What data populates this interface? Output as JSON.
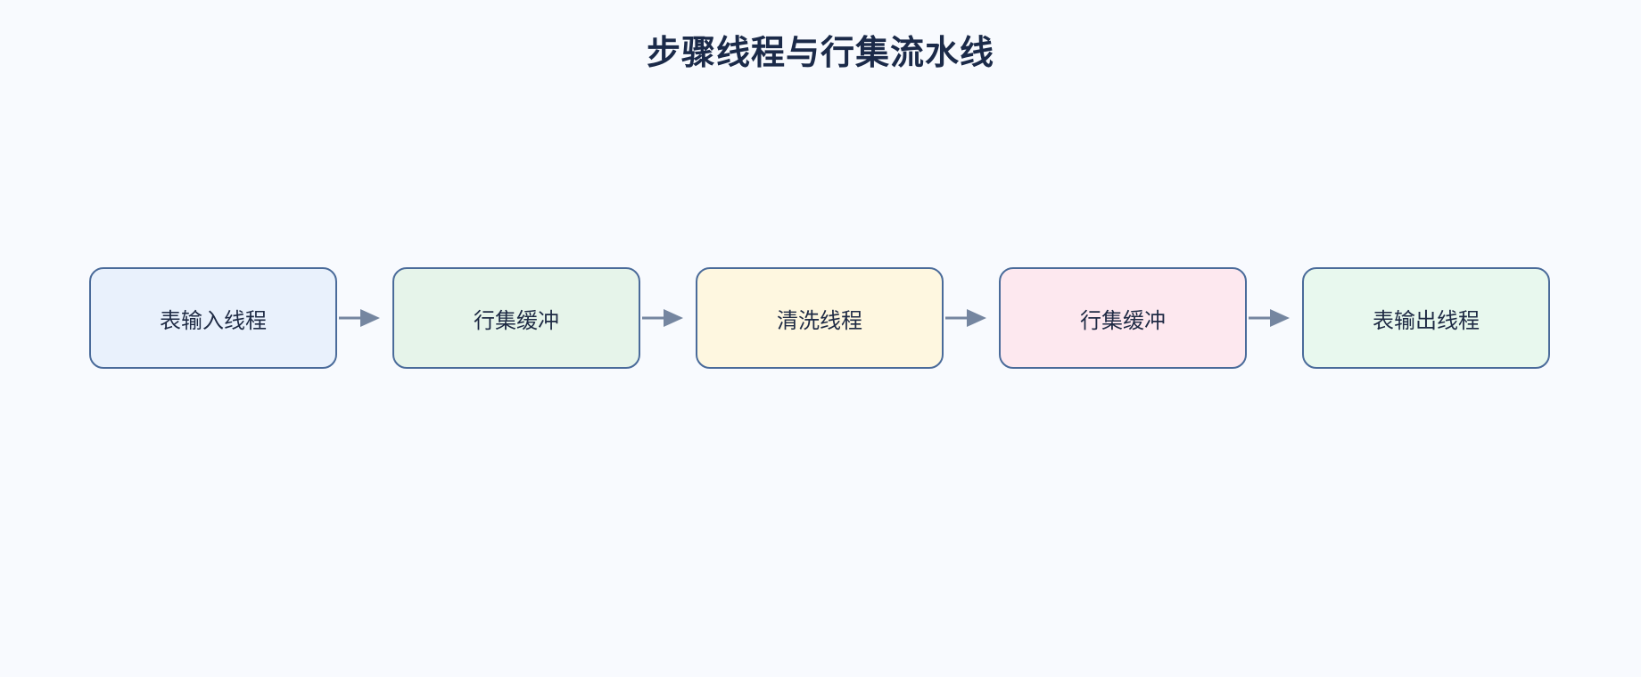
{
  "title": "步骤线程与行集流水线",
  "nodes": [
    {
      "label": "表输入线程",
      "fill": "#e9f1fc"
    },
    {
      "label": "行集缓冲",
      "fill": "#e6f4ea"
    },
    {
      "label": "清洗线程",
      "fill": "#fef7e0"
    },
    {
      "label": "行集缓冲",
      "fill": "#fde8ef"
    },
    {
      "label": "表输出线程",
      "fill": "#e8f8ee"
    }
  ],
  "colors": {
    "border": "#4a6b9a",
    "arrow": "#7586a0",
    "background": "#f8fafe"
  }
}
